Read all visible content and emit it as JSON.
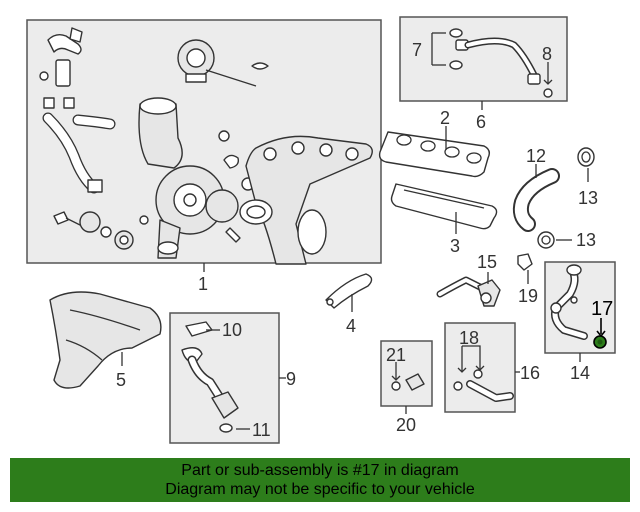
{
  "diagram": {
    "callouts": {
      "c1": "1",
      "c2": "2",
      "c3": "3",
      "c4": "4",
      "c5": "5",
      "c6": "6",
      "c7": "7",
      "c8": "8",
      "c9": "9",
      "c10": "10",
      "c11": "11",
      "c12": "12",
      "c13a": "13",
      "c13b": "13",
      "c14": "14",
      "c15": "15",
      "c16": "16",
      "c17": "17",
      "c18": "18",
      "c19": "19",
      "c20": "20",
      "c21": "21"
    },
    "highlight_color": "#2d7d1b",
    "box_fill": "#ececec"
  },
  "banner": {
    "line1": "Part or sub-assembly is #17 in diagram",
    "line2": "Diagram may not be specific to your vehicle",
    "background": "#2d7d1b"
  }
}
